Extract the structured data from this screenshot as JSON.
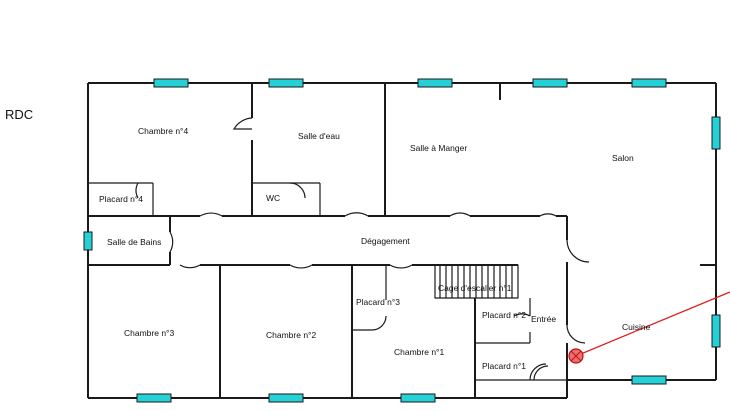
{
  "floor_label": "RDC",
  "rooms": {
    "chambre4": "Chambre n°4",
    "salle_eau": "Salle d'eau",
    "salle_manger": "Salle à Manger",
    "salon": "Salon",
    "placard4": "Placard n°4",
    "wc": "WC",
    "salle_bains": "Salle de Bains",
    "degagement": "Dégagement",
    "cage_escalier": "Cage d'escalier n°1",
    "placard3": "Placard n°3",
    "placard2": "Placard n°2",
    "entree": "Entrée",
    "cuisine": "Cuisine",
    "chambre3": "Chambre n°3",
    "chambre2": "Chambre n°2",
    "chambre1": "Chambre n°1",
    "placard1": "Placard n°1"
  },
  "colors": {
    "wall": "#1a1a1a",
    "window": "#25d0d6",
    "marker": "#e02020",
    "background": "#ffffff"
  },
  "icons": {
    "marker": "crosshair-circle-icon"
  }
}
